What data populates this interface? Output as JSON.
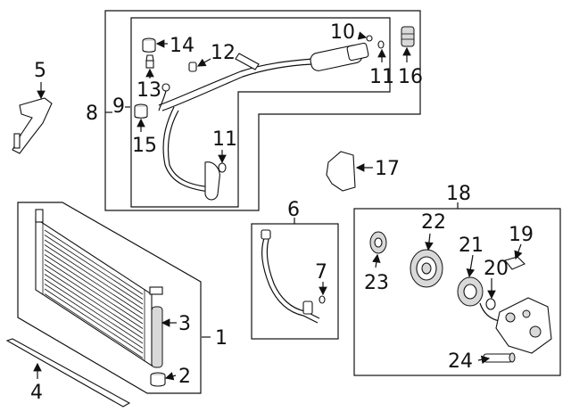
{
  "callouts": {
    "c1": "1",
    "c2": "2",
    "c3": "3",
    "c4": "4",
    "c5": "5",
    "c6": "6",
    "c7": "7",
    "c8": "8",
    "c9": "9",
    "c10": "10",
    "c11a": "11",
    "c11b": "11",
    "c12": "12",
    "c13": "13",
    "c14": "14",
    "c15": "15",
    "c16": "16",
    "c17": "17",
    "c18": "18",
    "c19": "19",
    "c20": "20",
    "c21": "21",
    "c22": "22",
    "c23": "23",
    "c24": "24"
  }
}
